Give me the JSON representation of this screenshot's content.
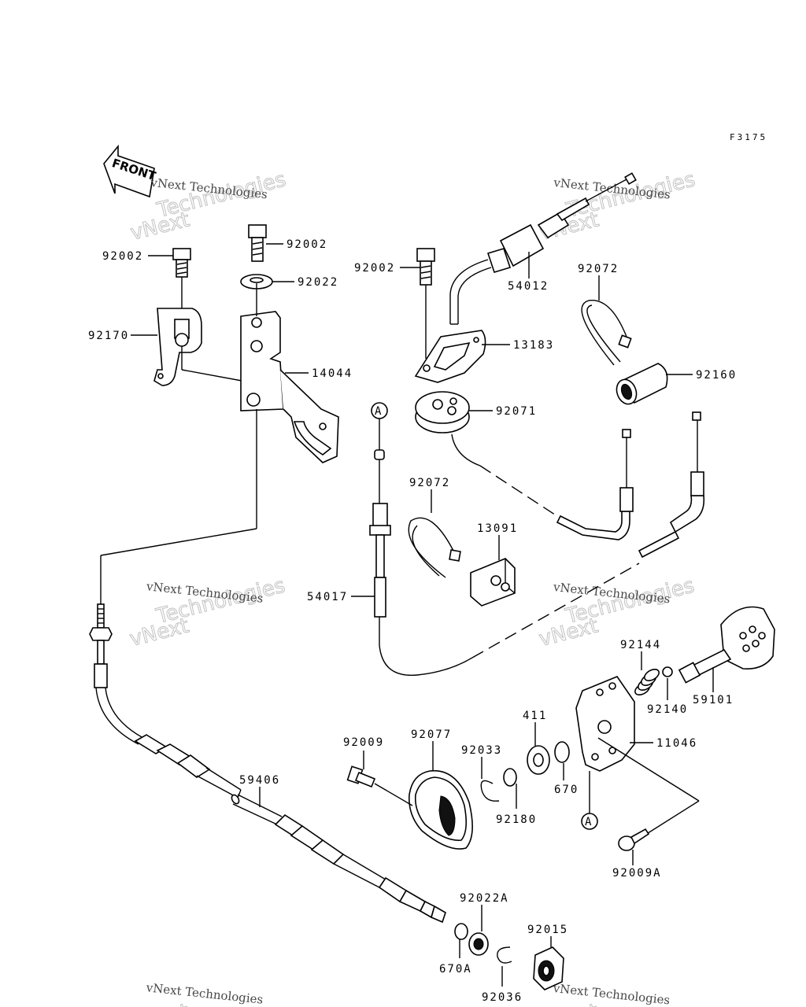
{
  "diagram_code": "F3175",
  "front_label": "FRONT",
  "callout_a": "A",
  "watermark": {
    "line1": "vNext Technologies",
    "line2": "Technologies"
  },
  "parts": {
    "p92002_left": "92002",
    "p92002_mid": "92002",
    "p92002_right": "92002",
    "p92022": "92022",
    "p92170": "92170",
    "p14044": "14044",
    "p54012": "54012",
    "p92072_top": "92072",
    "p13183": "13183",
    "p92160": "92160",
    "p92071": "92071",
    "p92072_mid": "92072",
    "p13091": "13091",
    "p54017": "54017",
    "p92144": "92144",
    "p92140": "92140",
    "p59101": "59101",
    "p411": "411",
    "p11046": "11046",
    "p92009": "92009",
    "p92077": "92077",
    "p92033": "92033",
    "p670": "670",
    "p92180": "92180",
    "p59406": "59406",
    "p92009A": "92009A",
    "p92022A": "92022A",
    "p92015": "92015",
    "p670A": "670A",
    "p92036": "92036"
  }
}
